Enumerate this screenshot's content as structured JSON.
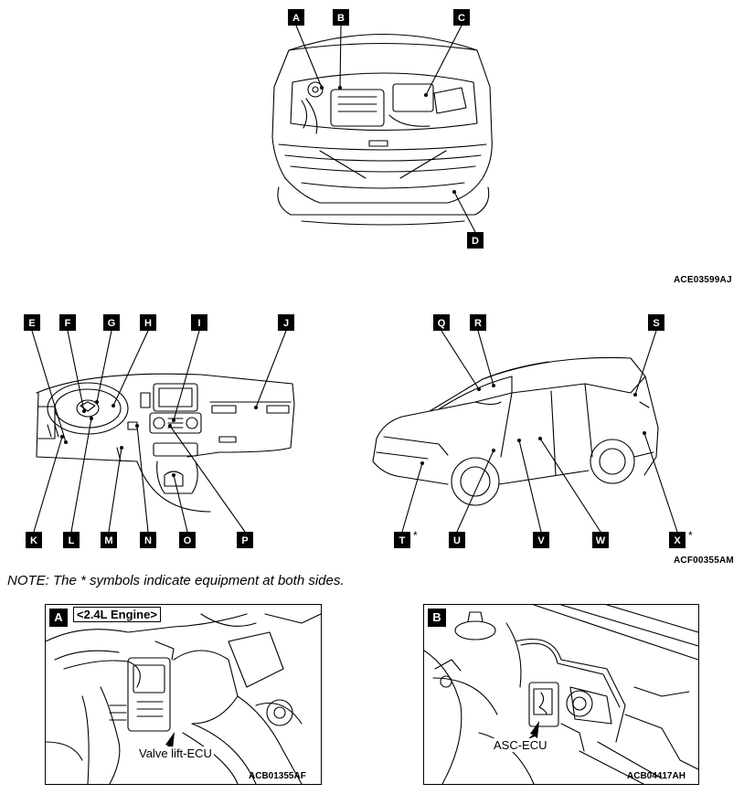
{
  "engine_view": {
    "labels": [
      "A",
      "B",
      "C",
      "D"
    ],
    "figure_code": "ACE03599AJ"
  },
  "dash_view": {
    "labels_top": [
      "E",
      "F",
      "G",
      "H",
      "I",
      "J"
    ],
    "labels_bottom": [
      "K",
      "L",
      "M",
      "N",
      "O",
      "P"
    ]
  },
  "vehicle_view": {
    "labels_top": [
      "Q",
      "R",
      "S"
    ],
    "labels_bottom": [
      "T",
      "U",
      "V",
      "W",
      "X"
    ],
    "asterisk": "*",
    "figure_code": "ACF00355AM"
  },
  "note": "NOTE: The * symbols indicate equipment at both sides.",
  "detail_a": {
    "tag": "A",
    "engine_label": "<2.4L Engine>",
    "callout": "Valve lift-ECU",
    "figure_code": "ACB01355AF"
  },
  "detail_b": {
    "tag": "B",
    "callout": "ASC-ECU",
    "figure_code": "ACB04417AH"
  }
}
